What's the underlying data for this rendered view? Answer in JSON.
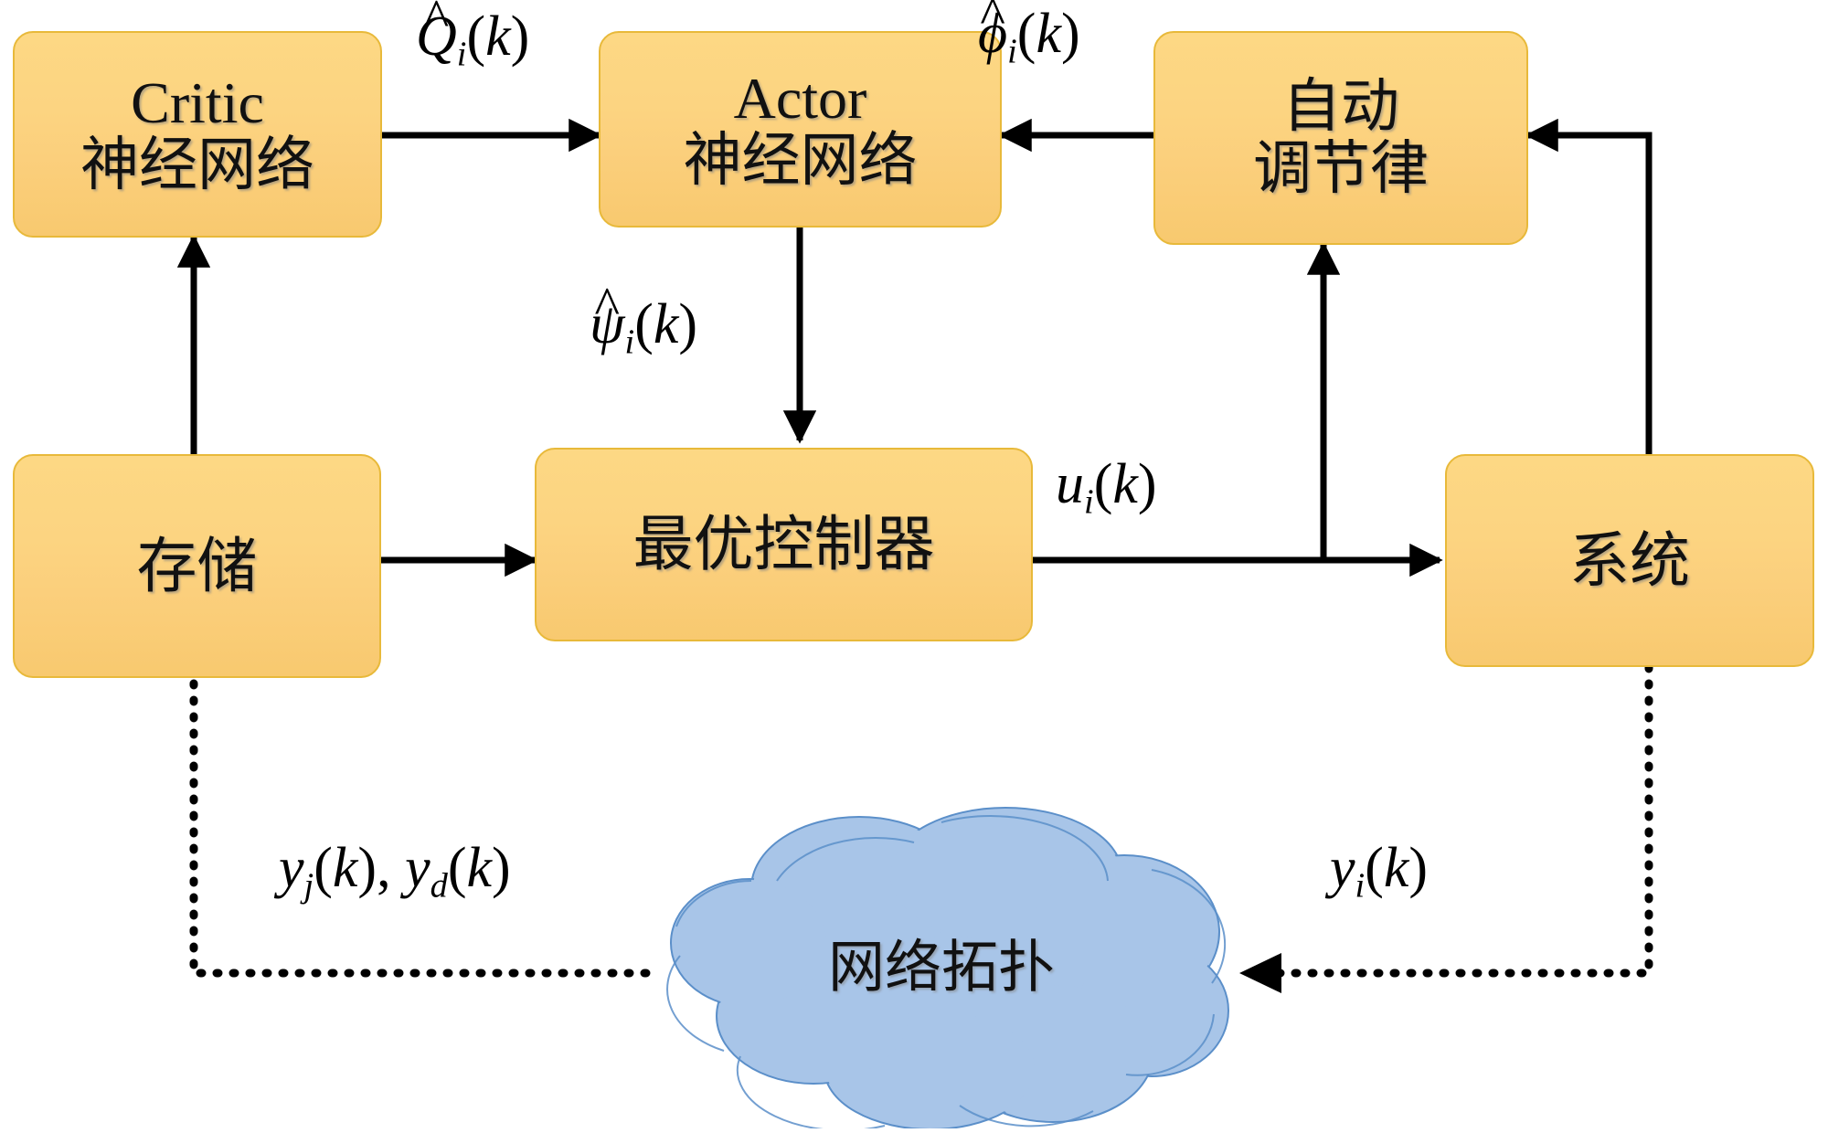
{
  "diagram": {
    "title": "Adaptive dynamic programming control block diagram",
    "colors": {
      "box_fill": "#fbd17e",
      "box_border": "#e8b93a",
      "cloud_fill": "#a8c5e8",
      "cloud_border": "#5b8fc9",
      "line": "#000000"
    },
    "boxes": [
      {
        "id": "critic",
        "line1": "Critic",
        "line2": "神经网络"
      },
      {
        "id": "actor",
        "line1": "Actor",
        "line2": "神经网络"
      },
      {
        "id": "auto_tuning",
        "line1": "自动",
        "line2": "调节律"
      },
      {
        "id": "storage",
        "line1": "存储",
        "line2": ""
      },
      {
        "id": "controller",
        "line1": "最优控制器",
        "line2": ""
      },
      {
        "id": "system",
        "line1": "系统",
        "line2": ""
      }
    ],
    "cloud": {
      "id": "network_topology",
      "label": "网络拓扑"
    },
    "signals": [
      {
        "id": "q_hat",
        "base": "Q",
        "hat": "^",
        "sub": "i",
        "arg": "(k)",
        "text": "Q̂ᵢ(k)",
        "from": "critic",
        "to": "actor"
      },
      {
        "id": "phi_hat",
        "base": "ϕ",
        "hat": "^",
        "sub": "i",
        "arg": "(k)",
        "text": "ϕ̂ᵢ(k)",
        "from": "auto_tuning",
        "to": "actor"
      },
      {
        "id": "psi_hat",
        "base": "ψ",
        "hat": "^",
        "sub": "i",
        "arg": "(k)",
        "text": "ψ̂ᵢ(k)",
        "from": "actor",
        "to": "controller"
      },
      {
        "id": "u",
        "base": "u",
        "hat": "",
        "sub": "i",
        "arg": "(k)",
        "text": "uᵢ(k)",
        "from": "controller",
        "to": "system"
      },
      {
        "id": "y_pair",
        "base": "y",
        "hat": "",
        "sub": "j",
        "arg": "(k)",
        "text": "yⱼ(k), y_d(k)",
        "from": "network_topology",
        "to": "storage"
      },
      {
        "id": "y_i",
        "base": "y",
        "hat": "",
        "sub": "i",
        "arg": "(k)",
        "text": "yᵢ(k)",
        "from": "system",
        "to": "network_topology"
      }
    ],
    "edges": [
      {
        "id": "critic-to-actor",
        "style": "solid",
        "arrow": "end"
      },
      {
        "id": "auto-to-actor",
        "style": "solid",
        "arrow": "end"
      },
      {
        "id": "actor-to-controller",
        "style": "solid",
        "arrow": "end"
      },
      {
        "id": "storage-to-controller",
        "style": "solid",
        "arrow": "end"
      },
      {
        "id": "storage-to-critic",
        "style": "solid",
        "arrow": "end"
      },
      {
        "id": "controller-to-system",
        "style": "solid",
        "arrow": "end"
      },
      {
        "id": "u-branch-to-auto",
        "style": "solid",
        "arrow": "end"
      },
      {
        "id": "system-to-auto",
        "style": "solid",
        "arrow": "end"
      },
      {
        "id": "system-to-cloud",
        "style": "dotted",
        "arrow": "end"
      },
      {
        "id": "cloud-to-storage",
        "style": "dotted",
        "arrow": "end"
      }
    ]
  }
}
